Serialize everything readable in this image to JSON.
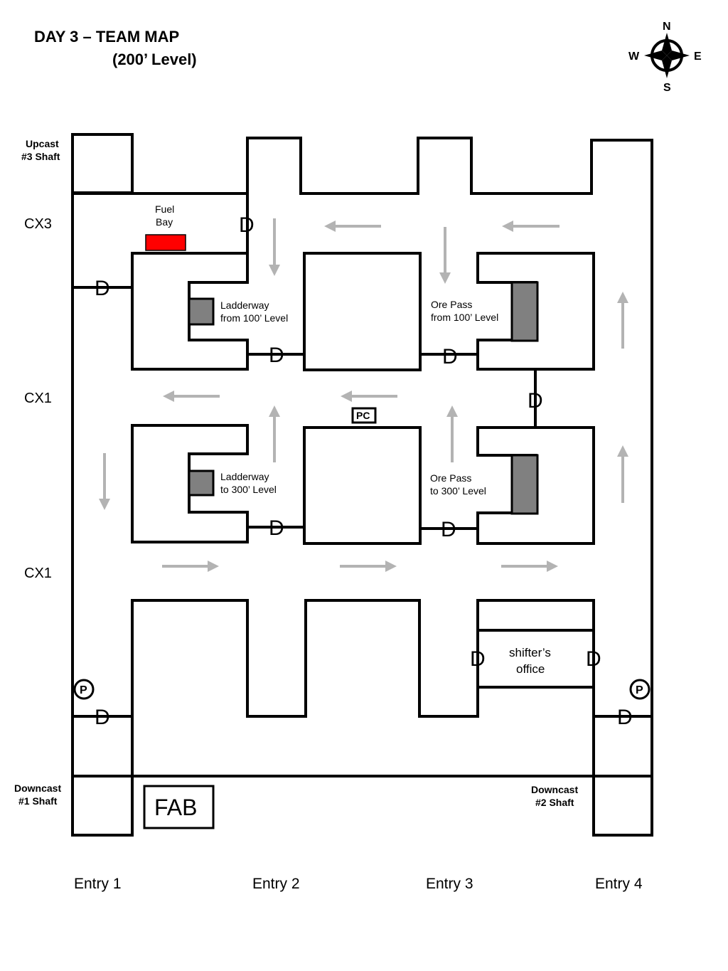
{
  "title": {
    "line1": "DAY 3 – TEAM MAP",
    "line2": "(200’ Level)"
  },
  "compass": {
    "n": "N",
    "s": "S",
    "e": "E",
    "w": "W"
  },
  "shafts": {
    "upcast_line1": "Upcast",
    "upcast_line2": "#3 Shaft",
    "downcast1_line1": "Downcast",
    "downcast1_line2": "#1 Shaft",
    "downcast2_line1": "Downcast",
    "downcast2_line2": "#2 Shaft"
  },
  "crosscuts": {
    "cx3": "CX3",
    "cx1_top": "CX1",
    "cx1_bottom": "CX1"
  },
  "entries": [
    "Entry 1",
    "Entry 2",
    "Entry 3",
    "Entry 4"
  ],
  "labels": {
    "fuel_bay_line1": "Fuel",
    "fuel_bay_line2": "Bay",
    "ladderway_100_line1": "Ladderway",
    "ladderway_100_line2": "from 100’ Level",
    "orepass_100_line1": "Ore Pass",
    "orepass_100_line2": "from 100’ Level",
    "ladderway_300_line1": "Ladderway",
    "ladderway_300_line2": "to 300’ Level",
    "orepass_300_line1": "Ore Pass",
    "orepass_300_line2": "to 300’ Level",
    "shifter_line1": "shifter’s",
    "shifter_line2": "office",
    "pc": "PC",
    "fab": "FAB",
    "door": "D",
    "phone": "P"
  },
  "colors": {
    "fuel_bay": "#ff0000",
    "shaft_fill": "#808080",
    "airflow_arrows": "#b3b3b3"
  }
}
